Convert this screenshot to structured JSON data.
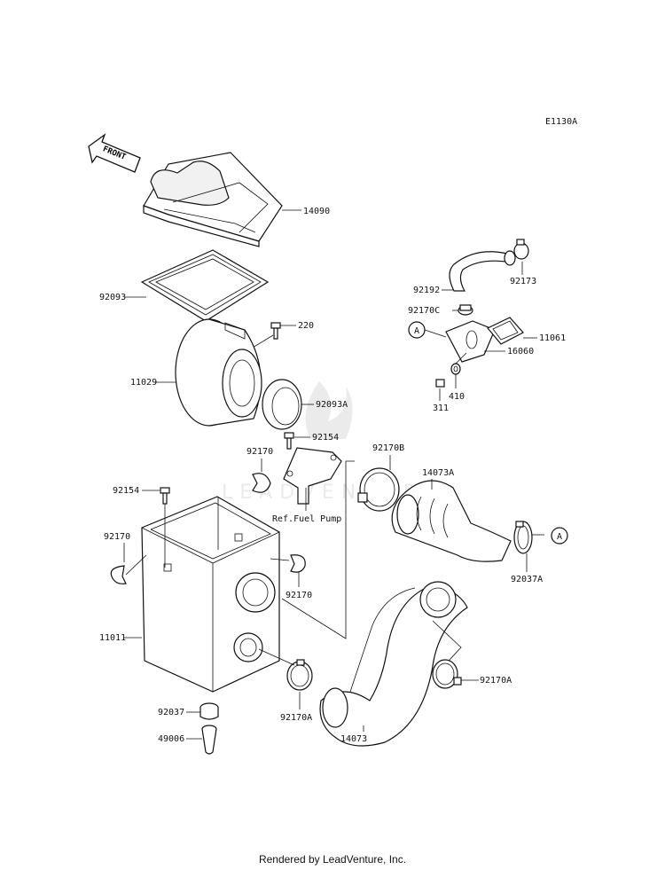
{
  "diagram_code": "E1130A",
  "front_label": "FRONT",
  "ref_label": "Ref.Fuel Pump",
  "watermark": "LEADVENTURE",
  "footer": "Rendered by LeadVenture, Inc.",
  "callouts": {
    "a1": "A",
    "a2": "A"
  },
  "parts": {
    "p14090": "14090",
    "p92093": "92093",
    "p220": "220",
    "p11029": "11029",
    "p92093A": "92093A",
    "p92154a": "92154",
    "p92170a": "92170",
    "p92154b": "92154",
    "p92170b": "92170",
    "p92170c": "92170",
    "p11011": "11011",
    "p92037": "92037",
    "p49006": "49006",
    "p92170A_a": "92170A",
    "p14073": "14073",
    "p92170A_b": "92170A",
    "p92170B": "92170B",
    "p14073A": "14073A",
    "p92037A": "92037A",
    "p92192": "92192",
    "p92173": "92173",
    "p92170C": "92170C",
    "p11061": "11061",
    "p16060": "16060",
    "p311": "311",
    "p410": "410"
  }
}
